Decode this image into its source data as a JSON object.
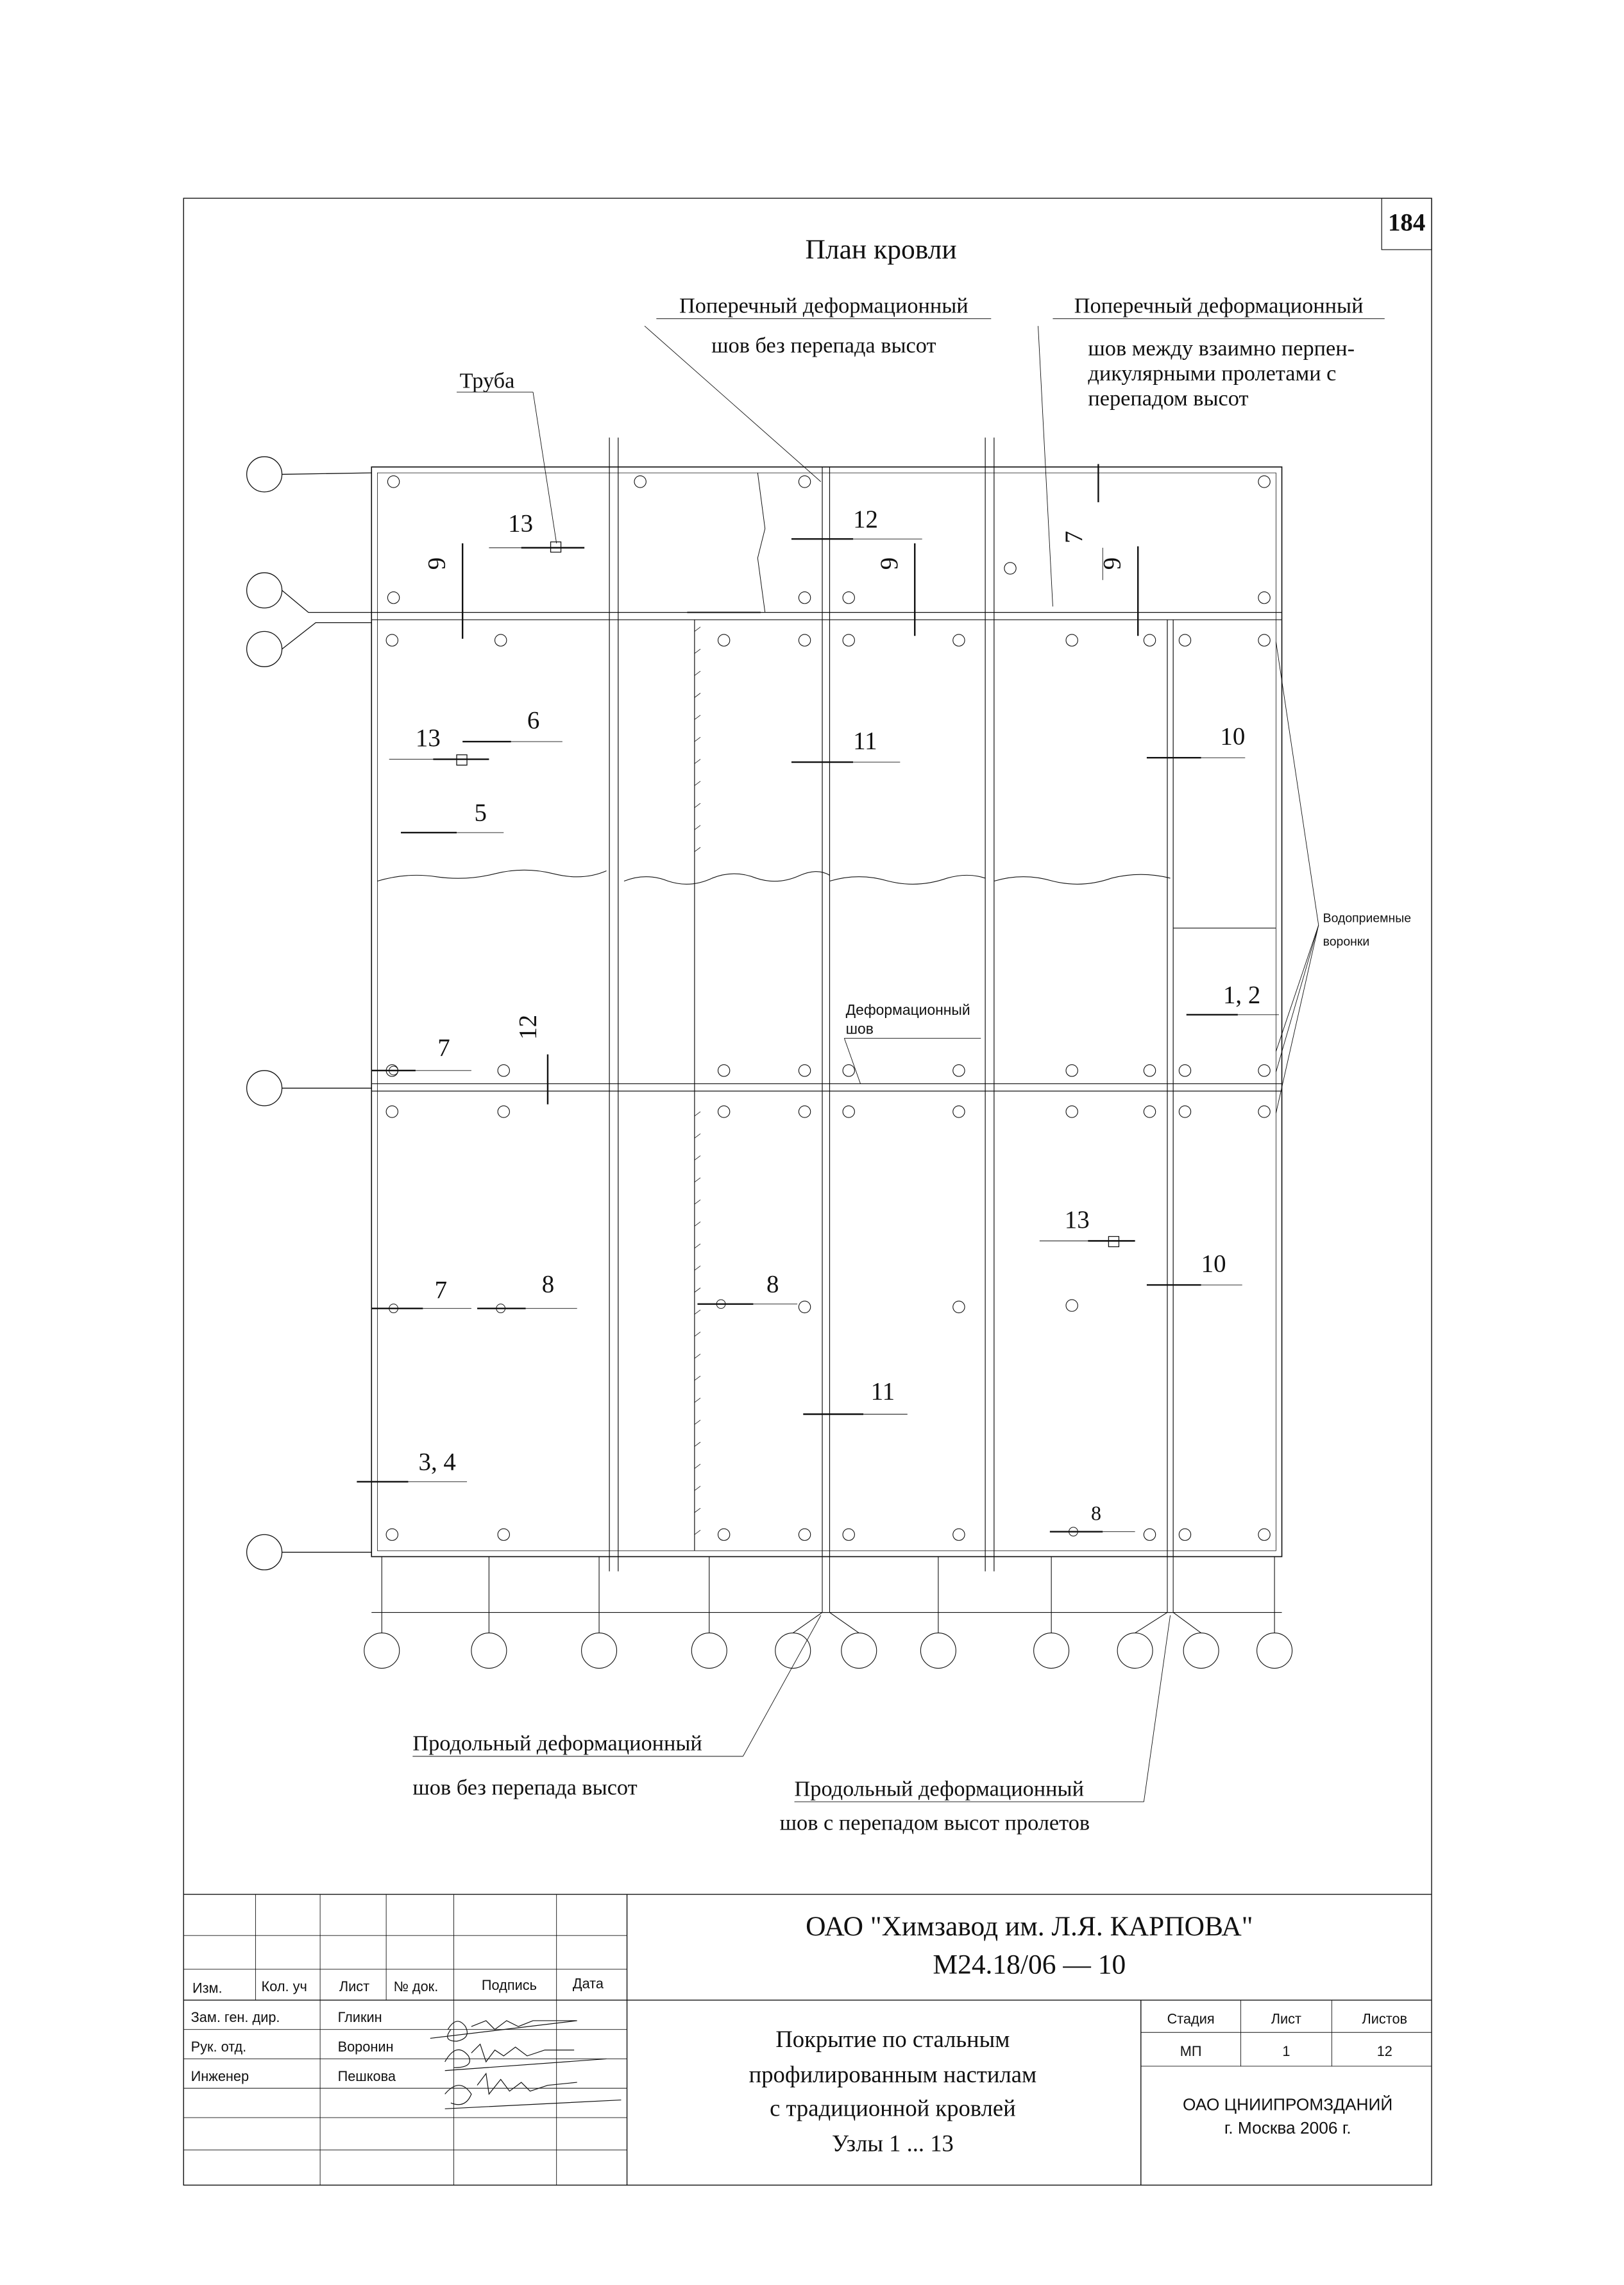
{
  "sheet_number": "184",
  "plan_title": "План кровли",
  "callouts": {
    "transverse_no_drop_l1": "Поперечный деформационный",
    "transverse_no_drop_l2": "шов без перепада высот",
    "transverse_perp_l1": "Поперечный деформационный",
    "transverse_perp_l2": "шов между взаимно перпен-",
    "transverse_perp_l3": "дикулярными пролетами с",
    "transverse_perp_l4": "перепадом высот",
    "pipe": "Труба",
    "funnels_l1": "Водоприемные",
    "funnels_l2": "воронки",
    "expansion_joint_l1": "Деформационный",
    "expansion_joint_l2": "шов",
    "longitudinal_no_drop_l1": "Продольный деформационный",
    "longitudinal_no_drop_l2": "шов без перепада высот",
    "longitudinal_drop_l1": "Продольный деформационный",
    "longitudinal_drop_l2": "шов с перепадом высот пролетов"
  },
  "node_labels": {
    "n13a": "13",
    "n9a": "9",
    "n12a": "12",
    "n9b": "9",
    "n7a": "7",
    "n9c": "9",
    "n13b": "13",
    "n6": "6",
    "n5": "5",
    "n11a": "11",
    "n10a": "10",
    "n12b": "12",
    "n7b": "7",
    "n12c": "1, 2",
    "n13c": "13",
    "n10b": "10",
    "n7c": "7",
    "n8a": "8",
    "n8b": "8",
    "n11b": "11",
    "n34": "3, 4",
    "n8c": "8"
  },
  "title_block": {
    "organization": "ОАО \"Химзавод им. Л.Я. КАРПОВА\"",
    "code": "М24.18/06 — 10",
    "headers": {
      "izm": "Изм.",
      "kol": "Кол. уч",
      "list": "Лист",
      "ndoc": "№ док.",
      "sign": "Подпись",
      "date": "Дата"
    },
    "staff": [
      {
        "role": "Зам. ген. дир.",
        "name": "Гликин"
      },
      {
        "role": "Рук. отд.",
        "name": "Воронин"
      },
      {
        "role": "Инженер",
        "name": "Пешкова"
      }
    ],
    "description_l1": "Покрытие по стальным",
    "description_l2": "профилированным настилам",
    "description_l3": "с традиционной кровлей",
    "description_l4": "Узлы 1 ... 13",
    "stage_header": "Стадия",
    "sheet_header": "Лист",
    "sheets_header": "Листов",
    "stage_value": "МП",
    "sheet_value": "1",
    "sheets_value": "12",
    "designer": "ОАО ЦНИИПРОМЗДАНИЙ",
    "city_year": "г. Москва 2006 г."
  }
}
